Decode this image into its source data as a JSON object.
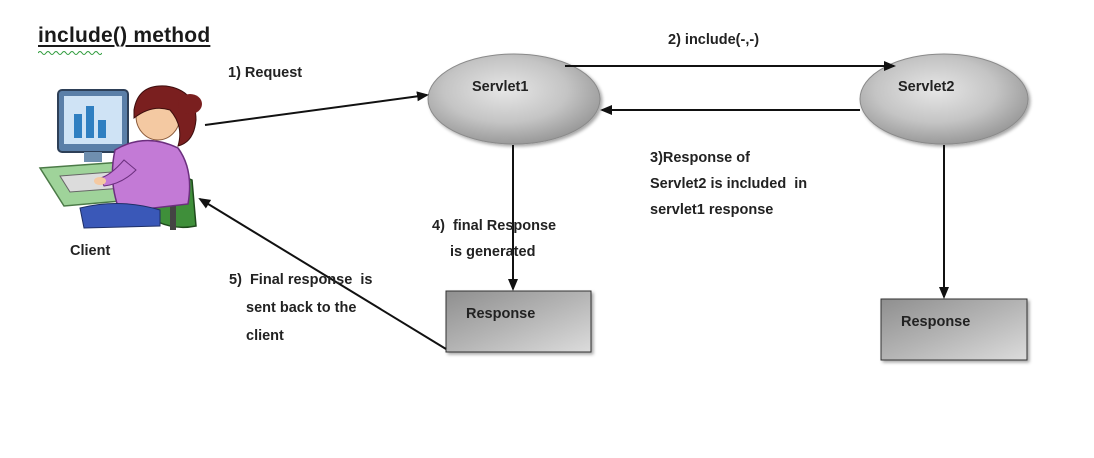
{
  "title": "include() method",
  "nodes": {
    "client": "Client",
    "servlet1": "Servlet1",
    "servlet2": "Servlet2",
    "response1": "Response",
    "response2": "Response"
  },
  "steps": {
    "request": "1) Request",
    "include": "2) include(-,-)",
    "servlet2_response": [
      "3)Response of",
      "Servlet2 is included  in",
      "servlet1 response"
    ],
    "final_generated": [
      "4)  final Response",
      "is generated"
    ],
    "sent_back": [
      "5)  Final response  is",
      "sent back to the",
      "client"
    ]
  },
  "colors": {
    "servlet_fill": "#c4c4c4",
    "response_fill": "#a9a9a9",
    "arrow": "#111111",
    "title_underline_spell": "#2e9b3c"
  },
  "icons": {
    "client_image": "person-at-computer-icon"
  }
}
